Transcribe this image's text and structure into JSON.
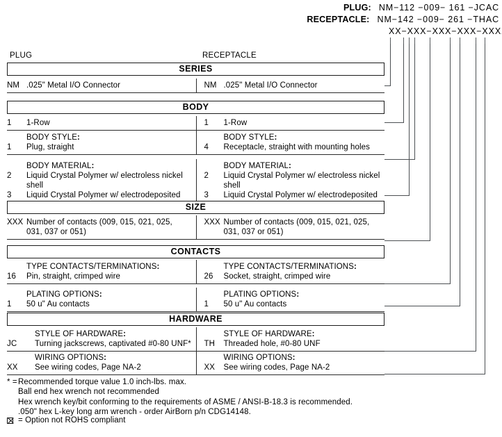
{
  "part_number_header": {
    "rows": [
      {
        "label": "PLUG:",
        "value": "NM−112 −009− 161 −JCAC"
      },
      {
        "label": "RECEPTACLE:",
        "value": "NM−142 −009− 261 −THAC"
      }
    ],
    "mask": "XX−XXX−XXX−XXX−XXXX"
  },
  "column_captions": {
    "left": "PLUG",
    "right": "RECEPTACLE"
  },
  "sections": {
    "series": "SERIES",
    "body": "BODY",
    "size": "SIZE",
    "contacts": "CONTACTS",
    "hardware": "HARDWARE"
  },
  "series_row": {
    "left": {
      "code": "NM",
      "desc": ".025\" Metal I/O Connector"
    },
    "right": {
      "code": "NM",
      "desc": ".025\" Metal I/O Connector"
    }
  },
  "body_row": {
    "left": {
      "code": "1",
      "desc": "1-Row"
    },
    "right": {
      "code": "1",
      "desc": "1-Row"
    }
  },
  "body_style": {
    "header": "BODY STYLE",
    "left": {
      "code": "1",
      "desc": "Plug, straight"
    },
    "right": {
      "code": "4",
      "desc": "Receptacle, straight with mounting holes"
    }
  },
  "body_material": {
    "header": "BODY MATERIAL",
    "left": [
      {
        "code": "2",
        "desc": "Liquid Crystal Polymer w/ electroless nickel shell",
        "rohs_flag": false
      },
      {
        "code": "3",
        "desc": "Liquid Crystal Polymer w/ electrodeposited cadmium shell",
        "rohs_flag": true
      }
    ],
    "right": [
      {
        "code": "2",
        "desc": "Liquid Crystal Polymer w/ electroless nickel shell",
        "rohs_flag": false
      },
      {
        "code": "3",
        "desc": "Liquid Crystal Polymer w/ electrodeposited cadmium shell",
        "rohs_flag": true
      }
    ]
  },
  "size_row": {
    "left": {
      "code": "XXX",
      "desc": "Number of contacts (009, 015, 021, 025, 031, 037 or 051)"
    },
    "right": {
      "code": "XXX",
      "desc": "Number of contacts (009, 015, 021, 025, 031, 037 or 051)"
    }
  },
  "contacts_type": {
    "header": "TYPE CONTACTS/TERMINATIONS",
    "left": {
      "code": "16",
      "desc": "Pin, straight, crimped wire"
    },
    "right": {
      "code": "26",
      "desc": "Socket, straight, crimped wire"
    }
  },
  "plating_options": {
    "header": "PLATING OPTIONS",
    "left": {
      "code": "1",
      "desc": "50 u\" Au contacts"
    },
    "right": {
      "code": "1",
      "desc": "50 u\" Au contacts"
    }
  },
  "hardware_style": {
    "header": "STYLE OF HARDWARE",
    "left": {
      "code": "JC",
      "desc": "Turning jackscrews, captivated #0-80 UNF*"
    },
    "right": {
      "code": "TH",
      "desc": "Threaded hole, #0-80 UNF"
    }
  },
  "wiring_options": {
    "header": "WIRING OPTIONS",
    "left": {
      "code": "XX",
      "desc": "See wiring codes, Page NA-2"
    },
    "right": {
      "code": "XX",
      "desc": "See wiring codes, Page NA-2"
    }
  },
  "footnotes": {
    "star_mark": "* =",
    "star_lines": [
      "Recommended torque value 1.0 inch-lbs. max.",
      "Ball end hex wrench not recommended",
      "Hex wrench key/bit conforming to the requirements of ASME / ANSI-B-18.3 is recommended.",
      ".050\" hex L-key long arm wrench - order AirBorn p/n CDG14148."
    ],
    "rohs_text": "= Option not ROHS compliant"
  },
  "colors": {
    "ink": "#000000",
    "rule": "#2a2a2a",
    "bracket": "#4b4f52",
    "paper": "#ffffff"
  }
}
